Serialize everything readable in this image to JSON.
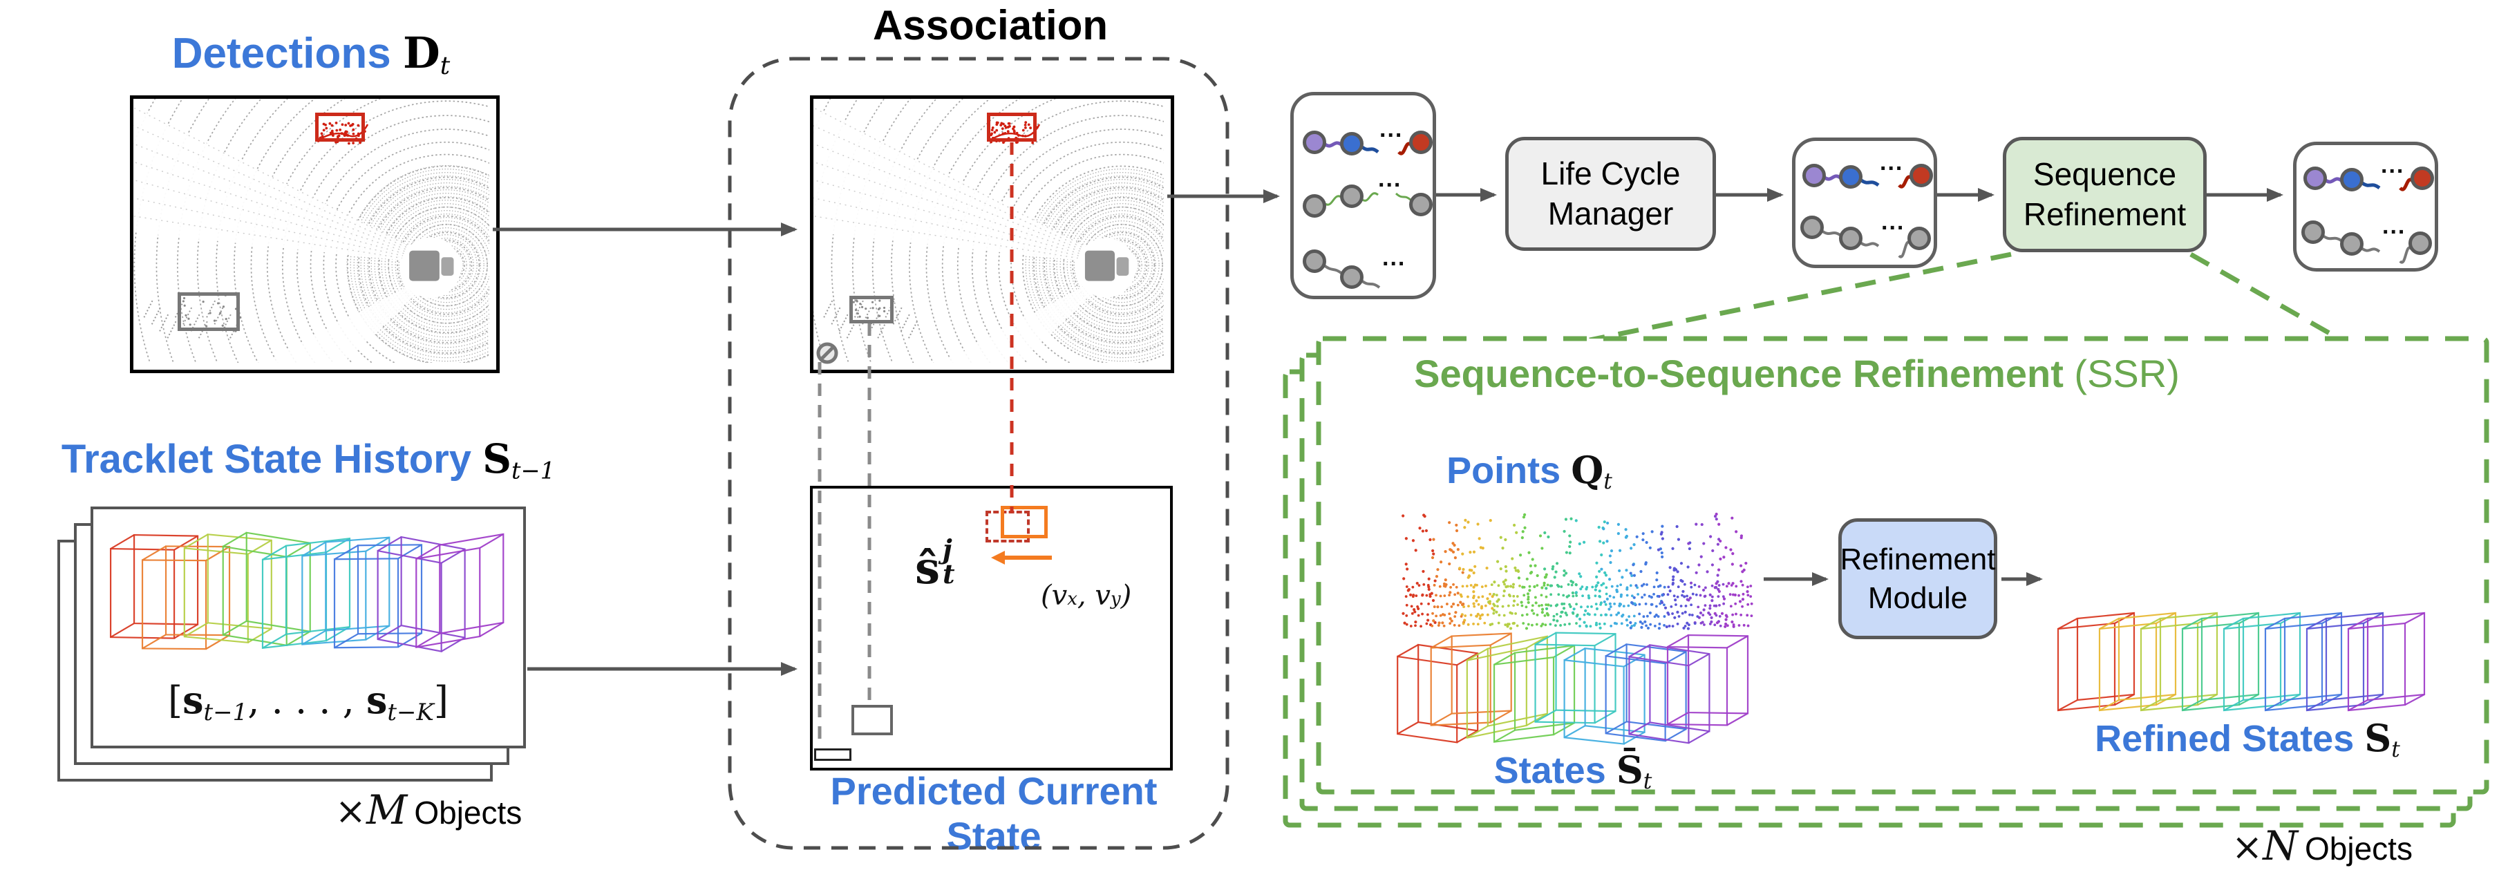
{
  "figure": {
    "detections": {
      "label": "Detections",
      "symbol": "D",
      "subscript": "t"
    },
    "association": {
      "title": "Association"
    },
    "predicted": {
      "label": "Predicted Current State",
      "state_hat": "ŝ",
      "state_sup": "j",
      "state_sub": "t",
      "velocity": {
        "open": "(",
        "v1": "v",
        "s1": "x",
        "comma": ", ",
        "v2": "v",
        "s2": "y",
        "close": ")"
      }
    },
    "history": {
      "label": "Tracklet State History",
      "symbol": "S",
      "subscript": "t−1",
      "sequence": {
        "open": "[",
        "s1": "s",
        "sub1": "t−1",
        "dots": ", . . . ,",
        "s2": "s",
        "sub2": "t−K",
        "close": "]"
      },
      "count": {
        "times": "×",
        "var": "M",
        "word": "Objects"
      }
    },
    "pipeline": {
      "life_cycle_manager_line1": "Life Cycle",
      "life_cycle_manager_line2": "Manager",
      "sequence_refinement_line1": "Sequence",
      "sequence_refinement_line2": "Refinement"
    },
    "ssr": {
      "title": "Sequence-to-Sequence Refinement",
      "title_paren": " (SSR)",
      "points_label": "Points",
      "points_symbol": "Q",
      "points_sub": "t",
      "states_label": "States",
      "states_symbol": "S̄",
      "states_sub": "t",
      "module_line1": "Refinement",
      "module_line2": "Module",
      "refined_label": "Refined States",
      "refined_symbol": "S",
      "refined_sub": "t",
      "count": {
        "times": "×",
        "var": "N",
        "word": "Objects"
      }
    }
  },
  "colors": {
    "accent_blue": "#3c78d8",
    "accent_green": "#6aa84f",
    "node_purple": "#9b87d1",
    "node_blue": "#3a6fd0",
    "node_red": "#c23a22",
    "node_gray": "#a6a6a6",
    "link_purple": "#7459b8",
    "link_blue": "#1f4e9c",
    "link_red": "#a61c00",
    "link_green": "#6aa84f",
    "link_gray": "#777777",
    "box_green_fill": "#d9ead3",
    "box_gray_fill": "#efefef",
    "box_blue_fill": "#c9daf8",
    "detection_red": "#cc2a1a",
    "orange": "#f47b20",
    "rainbow": [
      "#d93a23",
      "#ea7e30",
      "#e8b936",
      "#b5cf45",
      "#6fce52",
      "#46c98c",
      "#3cc8c0",
      "#41aee0",
      "#4479e0",
      "#5b55d6",
      "#8a46cf",
      "#a03ec9"
    ]
  }
}
